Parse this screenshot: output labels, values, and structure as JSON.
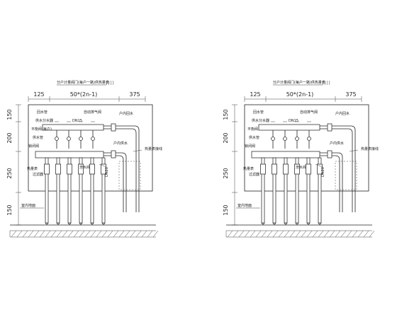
{
  "panels": [
    {
      "id": "left",
      "top_note": "分户计量阀门(每户一路)供热量表",
      "dims_top": [
        "125",
        "50*(2n-1)",
        "375"
      ],
      "dims_left": [
        "150",
        "200",
        "250",
        "150"
      ],
      "labels": {
        "l1": "回水管",
        "l2": "供水分水器",
        "l3": "平衡阀(每户)",
        "l4": "供水管",
        "l5": "锁闭阀",
        "l6": "热量表",
        "l7": "过滤器",
        "r1": "户内回水",
        "r2": "自动排气阀",
        "r3": "泄水阀",
        "r4": "热量表接线",
        "r5": "户内供水",
        "floor": "室内地面",
        "valve1": "DN15",
        "valve2": "DN20"
      }
    },
    {
      "id": "right",
      "top_note": "分户计量阀门(每户一路)供热量表",
      "dims_top": [
        "125",
        "50*(2n-1)",
        "375"
      ],
      "dims_left": [
        "150",
        "200",
        "250",
        "150"
      ],
      "labels": {
        "l1": "回水管",
        "l2": "供水分水器",
        "l3": "平衡阀",
        "l4": "供水管",
        "l5": "锁闭阀",
        "l6": "热量表",
        "l7": "过滤器",
        "r1": "户内回水",
        "r2": "自动排气阀",
        "r3": "泄水阀",
        "r4": "热量表接线",
        "r5": "户内供水",
        "floor": "室内地面",
        "valve1": "DN15",
        "valve2": "DN20"
      }
    }
  ]
}
